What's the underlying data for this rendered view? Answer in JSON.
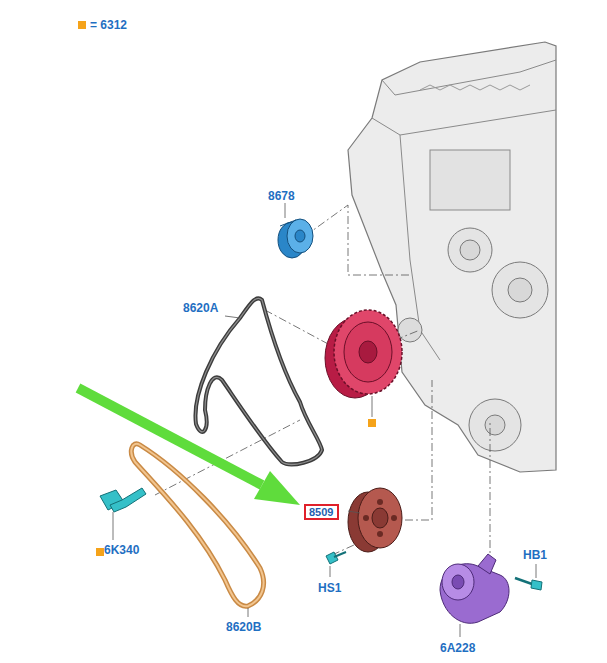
{
  "diagram": {
    "nodes": [
      {
        "text": [
          "8509"
        ]
      }
    ],
    "labels": [
      "8678",
      "8620A",
      "6K340",
      "8620B",
      "HS1",
      "HB1",
      "6A228"
    ],
    "legend": [
      {
        "text": "= 6312",
        "color": "#f5a31a"
      }
    ]
  }
}
